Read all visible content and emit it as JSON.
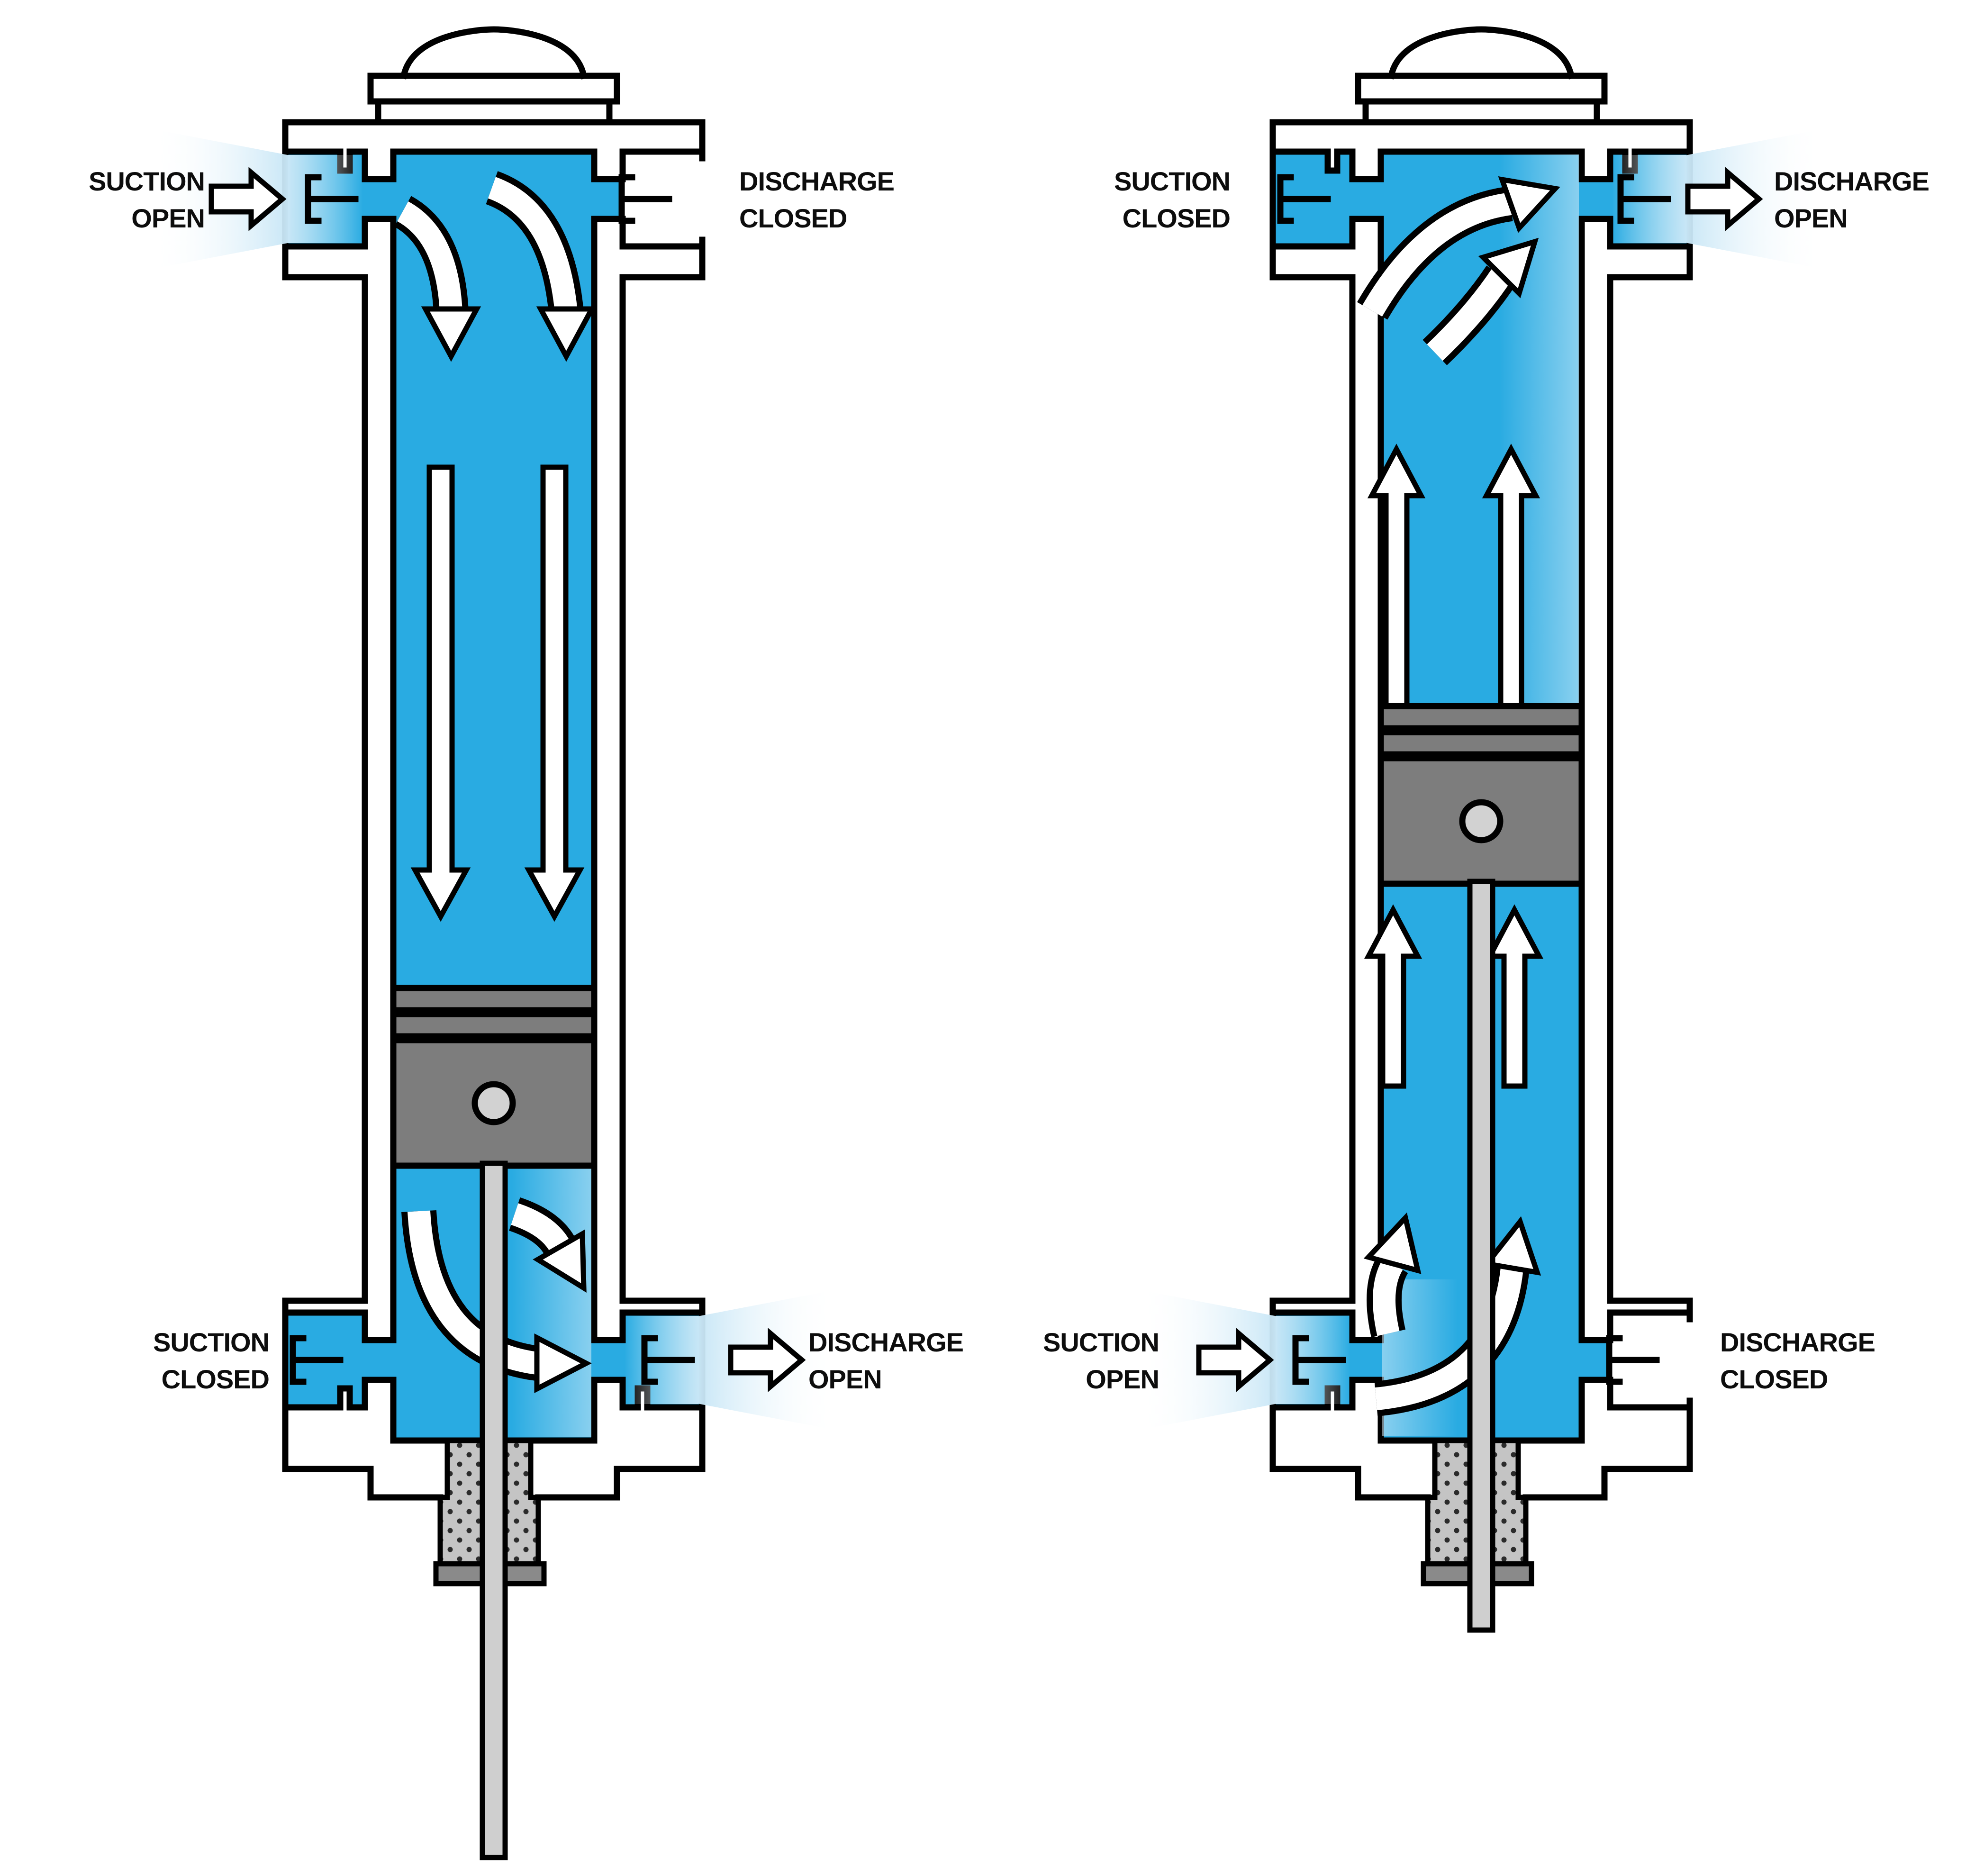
{
  "diagram": {
    "type": "double-acting piston pump cross-section, two stroke states",
    "background": "#ffffff"
  },
  "colors": {
    "fluid_blue": "#29ABE2",
    "glow_light_blue": "#C7E6F6",
    "piston_gray": "#7d7d7d",
    "rod_gray": "#cfcfcf",
    "packing_gray": "#c4c4c4",
    "gland_gray": "#8a8a8a",
    "outline_black": "#000000",
    "label_text": "#0d0d0d"
  },
  "panels": [
    {
      "name": "piston-downstroke",
      "stroke_direction": "down",
      "ports": {
        "top_left": {
          "line1": "SUCTION",
          "line2": "OPEN",
          "state": "open",
          "flow": "in"
        },
        "top_right": {
          "line1": "DISCHARGE",
          "line2": "CLOSED",
          "state": "closed",
          "flow": "none"
        },
        "bottom_left": {
          "line1": "SUCTION",
          "line2": "CLOSED",
          "state": "closed",
          "flow": "none"
        },
        "bottom_right": {
          "line1": "DISCHARGE",
          "line2": "OPEN",
          "state": "open",
          "flow": "out"
        }
      }
    },
    {
      "name": "piston-upstroke",
      "stroke_direction": "up",
      "ports": {
        "top_left": {
          "line1": "SUCTION",
          "line2": "CLOSED",
          "state": "closed",
          "flow": "none"
        },
        "top_right": {
          "line1": "DISCHARGE",
          "line2": "OPEN",
          "state": "open",
          "flow": "out"
        },
        "bottom_left": {
          "line1": "SUCTION",
          "line2": "OPEN",
          "state": "open",
          "flow": "in"
        },
        "bottom_right": {
          "line1": "DISCHARGE",
          "line2": "CLOSED",
          "state": "closed",
          "flow": "none"
        }
      }
    }
  ]
}
